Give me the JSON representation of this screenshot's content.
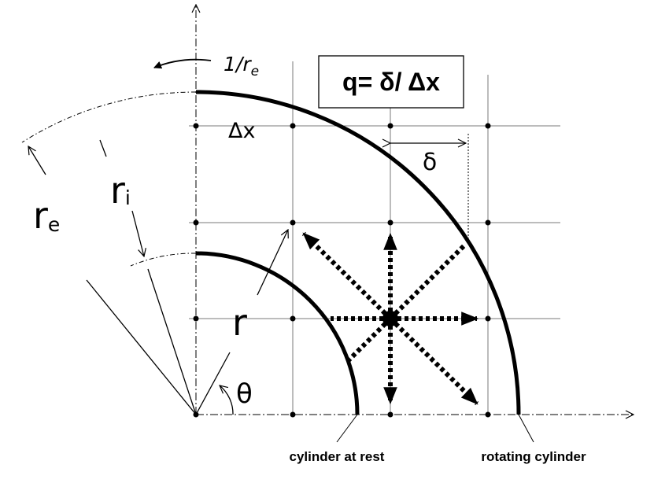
{
  "figure": {
    "rotation_label_main": "1/r",
    "rotation_label_sub": "e",
    "equation": "q= δ/ Δx",
    "dx_label": "Δx",
    "delta_label": "δ",
    "re_main": "r",
    "re_sub": "e",
    "ri_main": "r",
    "ri_sub": "i",
    "r_label": "r",
    "theta_label": "θ",
    "caption_rest": "cylinder at rest",
    "caption_rotating": "rotating cylinder"
  },
  "colors": {
    "stroke": "#000000",
    "grid": "#7a7a7a",
    "background": "#ffffff"
  },
  "icons": {
    "velocity_arrows": "dotted-arrow-icon",
    "axis_arrows": "open-arrow-icon"
  }
}
